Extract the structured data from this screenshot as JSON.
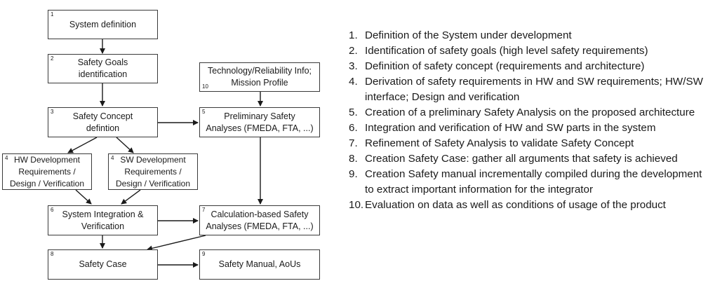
{
  "boxes": {
    "b1": {
      "num": "1",
      "text": "System definition"
    },
    "b2": {
      "num": "2",
      "text": "Safety Goals\nidentification"
    },
    "b3": {
      "num": "3",
      "text": "Safety Concept\ndefintion"
    },
    "b4a": {
      "num": "4",
      "text": "HW Development\nRequirements /\nDesign / Verification"
    },
    "b4b": {
      "num": "4",
      "text": "SW Development\nRequirements /\nDesign / Verification"
    },
    "b5": {
      "num": "5",
      "text": "Preliminary  Safety\nAnalyses (FMEDA, FTA, ...)"
    },
    "b6": {
      "num": "6",
      "text": "System Integration &\nVerification"
    },
    "b7": {
      "num": "7",
      "text": "Calculation-based  Safety\nAnalyses (FMEDA, FTA, ...)"
    },
    "b8": {
      "num": "8",
      "text": "Safety Case"
    },
    "b9": {
      "num": "9",
      "text": "Safety Manual, AoUs"
    },
    "b10": {
      "num": "10",
      "text": "Technology/Reliability Info;\nMission Profile"
    }
  },
  "steps": [
    {
      "n": "1.",
      "text": "Definition of the System under development"
    },
    {
      "n": "2.",
      "text": "Identification of safety goals (high level safety requirements)"
    },
    {
      "n": "3.",
      "text": "Definition of safety concept (requirements and architecture)"
    },
    {
      "n": "4.",
      "text": "Derivation of safety requirements in HW and SW requirements;  HW/SW interface;  Design and verification"
    },
    {
      "n": "5.",
      "text": "Creation of a preliminary Safety Analysis on the proposed architecture"
    },
    {
      "n": "6.",
      "text": "Integration and verification of HW and SW parts in the system"
    },
    {
      "n": "7.",
      "text": "Refinement of Safety Analysis to validate Safety Concept"
    },
    {
      "n": "8.",
      "text": "Creation Safety Case: gather all arguments that safety is achieved"
    },
    {
      "n": "9.",
      "text": "Creation Safety manual incrementally compiled during the development to extract important information for the integrator"
    },
    {
      "n": "10.",
      "text": "Evaluation on data as well as conditions of usage of the product"
    }
  ]
}
